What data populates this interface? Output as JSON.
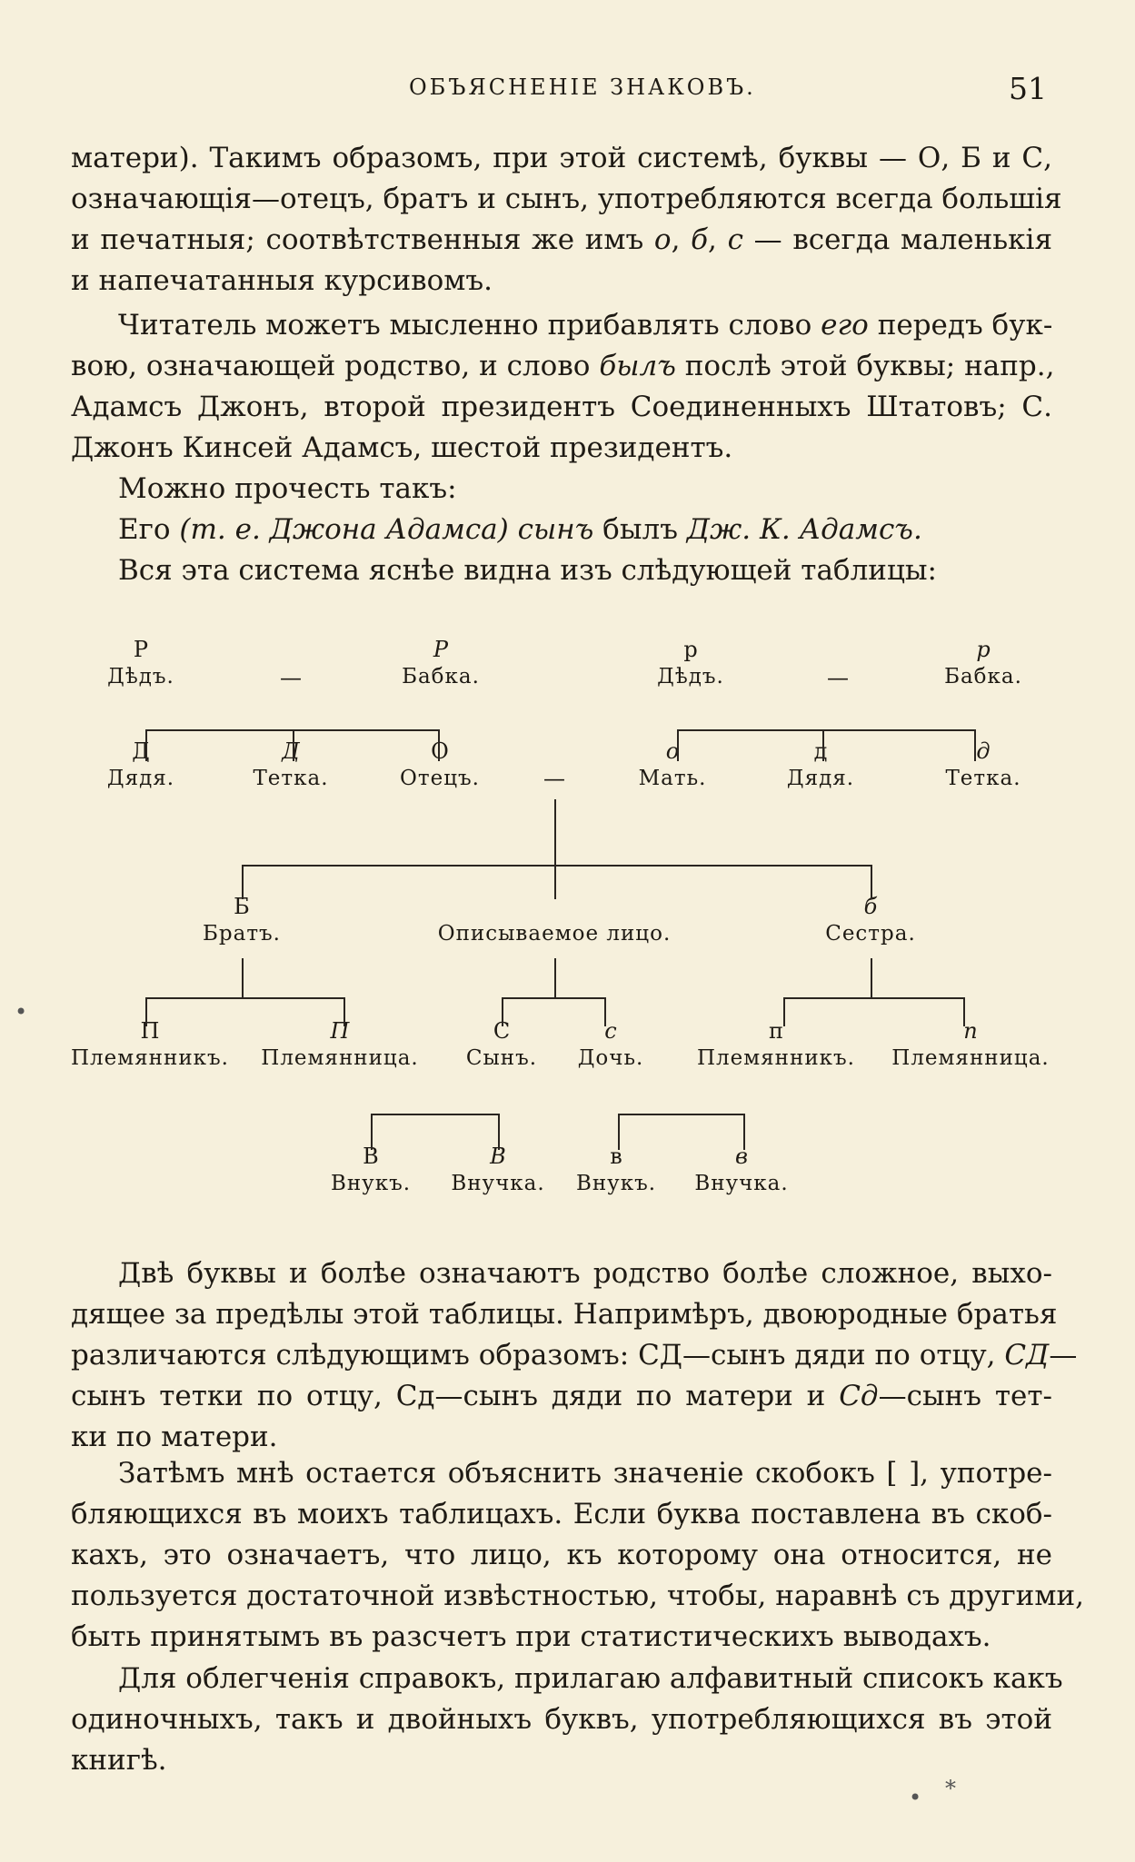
{
  "header": {
    "running_title": "ОБЪЯСНЕНІЕ ЗНАКОВЪ.",
    "page_number": "51"
  },
  "para1": [
    "матери). Такимъ образомъ, при этой системѣ, буквы — О, Б и С,",
    "означающія—отецъ, братъ и сынъ, употребляются всегда большія",
    [
      "и печатныя; соотвѣтственныя же имъ ",
      "о",
      ", ",
      "б",
      ", ",
      "с",
      " — всегда маленькія"
    ],
    "и напечатанныя курсивомъ."
  ],
  "para2": [
    [
      "Читатель можетъ мысленно прибавлять слово ",
      "его",
      " передъ бук-"
    ],
    [
      "вою, означающей родство, и слово ",
      "былъ",
      " послѣ этой буквы; напр.,"
    ],
    "Адамсъ Джонъ, второй президентъ Соединенныхъ Штатовъ; С.",
    "Джонъ Кинсей Адамсъ, шестой президентъ."
  ],
  "para_read": "Можно прочесть такъ:",
  "para_example": [
    "Его",
    " (т. е. Джона Адамса) сынъ ",
    "былъ",
    " Дж. К. Адамсъ."
  ],
  "para_table_intro": "Вся эта система яснѣе видна изъ слѣдующей таблицы:",
  "tree": {
    "nodes": [
      {
        "id": "grandfather-p",
        "letter": "Р",
        "italic": false,
        "label": "Дѣдъ."
      },
      {
        "id": "grandmother-p",
        "letter": "Р",
        "italic": true,
        "label": "Бабка."
      },
      {
        "id": "grandfather-m",
        "letter": "р",
        "italic": false,
        "label": "Дѣдъ."
      },
      {
        "id": "grandmother-m",
        "letter": "р",
        "italic": true,
        "label": "Бабка."
      },
      {
        "id": "uncle-p",
        "letter": "Д",
        "italic": false,
        "label": "Дядя."
      },
      {
        "id": "aunt-p",
        "letter": "Д",
        "italic": true,
        "label": "Тетка."
      },
      {
        "id": "father",
        "letter": "О",
        "italic": false,
        "label": "Отецъ."
      },
      {
        "id": "mother",
        "letter": "о",
        "italic": true,
        "label": "Мать."
      },
      {
        "id": "uncle-m",
        "letter": "д",
        "italic": false,
        "label": "Дядя."
      },
      {
        "id": "aunt-m",
        "letter": "д",
        "italic": true,
        "label": "Тетка."
      },
      {
        "id": "brother",
        "letter": "Б",
        "italic": false,
        "label": "Братъ."
      },
      {
        "id": "self",
        "letter": "",
        "italic": false,
        "label": "Описываемое лицо."
      },
      {
        "id": "sister",
        "letter": "б",
        "italic": true,
        "label": "Сестра."
      },
      {
        "id": "nephew-b",
        "letter": "П",
        "italic": false,
        "label": "Племянникъ."
      },
      {
        "id": "niece-b",
        "letter": "П",
        "italic": true,
        "label": "Племянница."
      },
      {
        "id": "son",
        "letter": "С",
        "italic": false,
        "label": "Сынъ."
      },
      {
        "id": "daughter",
        "letter": "с",
        "italic": true,
        "label": "Дочь."
      },
      {
        "id": "nephew-s",
        "letter": "п",
        "italic": false,
        "label": "Племянникъ."
      },
      {
        "id": "niece-s",
        "letter": "п",
        "italic": true,
        "label": "Племянница."
      },
      {
        "id": "grandson-s",
        "letter": "В",
        "italic": false,
        "label": "Внукъ."
      },
      {
        "id": "granddaughter-s",
        "letter": "В",
        "italic": true,
        "label": "Внучка."
      },
      {
        "id": "grandson-d",
        "letter": "в",
        "italic": false,
        "label": "Внукъ."
      },
      {
        "id": "granddaughter-d",
        "letter": "в",
        "italic": true,
        "label": "Внучка."
      }
    ],
    "marriage_dash": "—"
  },
  "para3": [
    "Двѣ буквы и болѣе означаютъ родство болѣе сложное, выхо-",
    "дящее за предѣлы этой таблицы. Напримѣръ, двоюродные братья",
    [
      "различаются слѣдующимъ образомъ: СД—сынъ дяди по отцу, ",
      "СД",
      "—"
    ],
    [
      "сынъ тетки по отцу, Сд—сынъ дяди по матери и ",
      "Сд",
      "—сынъ тет-"
    ],
    "ки по матери."
  ],
  "para4": [
    "Затѣмъ мнѣ остается объяснить значеніе скобокъ [ ], употре-",
    "бляющихся въ моихъ таблицахъ. Если буква поставлена въ скоб-",
    "кахъ, это означаетъ, что лицо, къ которому она относится, не",
    "пользуется достаточной извѣстностью, чтобы, наравнѣ съ другими,",
    "быть принятымъ въ разсчетъ при статистическихъ выводахъ."
  ],
  "para5": [
    "Для облегченія справокъ, прилагаю алфавитный списокъ какъ",
    "одиночныхъ, такъ и двойныхъ буквъ, употребляющихся въ этой",
    "книгѣ."
  ],
  "margin_marks": [
    "•",
    "*",
    "•"
  ]
}
